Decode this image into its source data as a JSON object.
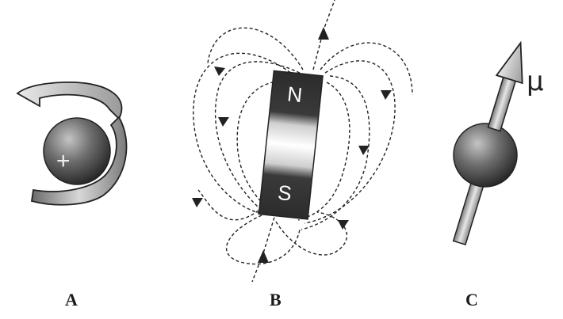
{
  "panels": {
    "a": {
      "label": "A",
      "charge_symbol": "+"
    },
    "b": {
      "label": "B",
      "north_pole": "N",
      "south_pole": "S"
    },
    "c": {
      "label": "C",
      "moment_symbol": "μ"
    }
  },
  "colors": {
    "sphere_dark": "#2e2e2e",
    "sphere_light": "#bdbdbd",
    "magnet_pole": "#333333",
    "field_lines": "#222222"
  }
}
